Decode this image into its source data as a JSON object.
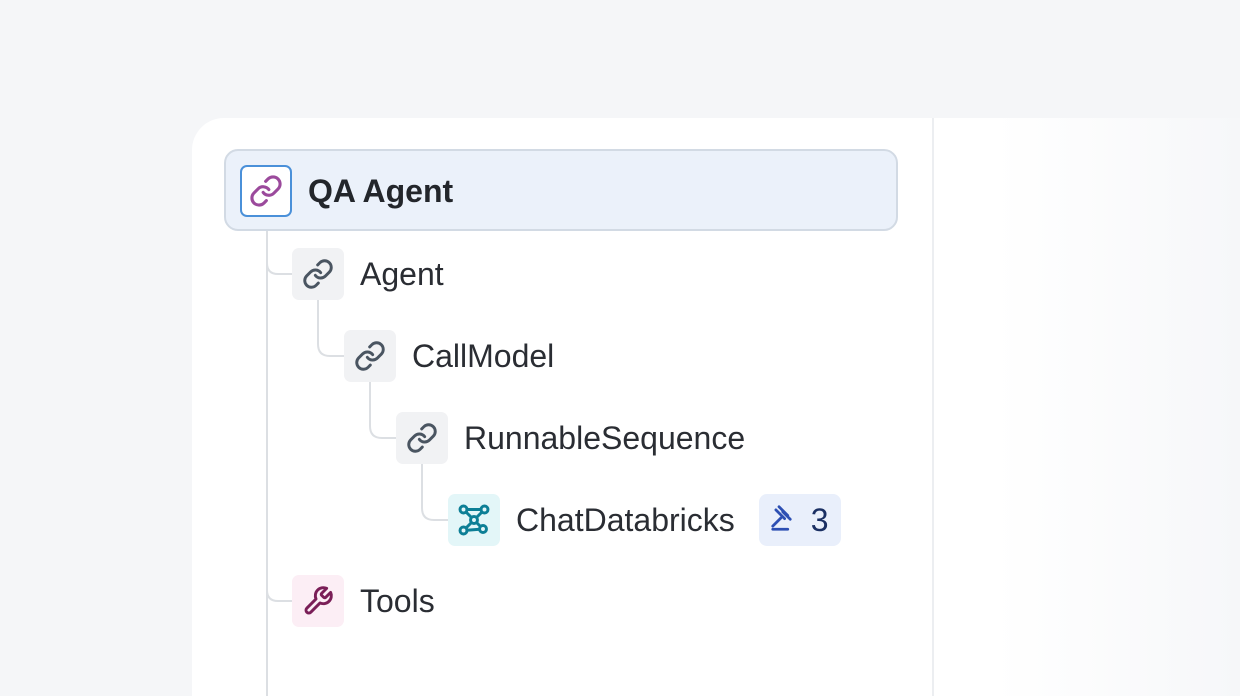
{
  "trace_tree": {
    "root": {
      "label": "QA Agent",
      "icon": "link-icon",
      "selected": true
    },
    "nodes": [
      {
        "label": "Agent",
        "icon": "link-icon"
      },
      {
        "label": "CallModel",
        "icon": "link-icon"
      },
      {
        "label": "RunnableSequence",
        "icon": "link-icon"
      },
      {
        "label": "ChatDatabricks",
        "icon": "model-graph-icon",
        "badge": {
          "icon": "gavel-icon",
          "count": "3"
        }
      },
      {
        "label": "Tools",
        "icon": "wrench-icon"
      }
    ]
  },
  "colors": {
    "page_background": "#f5f6f8",
    "panel_background": "#ffffff",
    "selected_row_background": "#ebf1fa",
    "selected_row_border": "#d2dae4",
    "root_icon_border": "#4a90d9",
    "root_icon_accent": "#9b4a9c",
    "chain_icon": "#4a5561",
    "model_icon": "#0d7f96",
    "tool_icon": "#7a1e57",
    "badge_background": "#e9effb",
    "badge_icon": "#2d4fb3"
  }
}
